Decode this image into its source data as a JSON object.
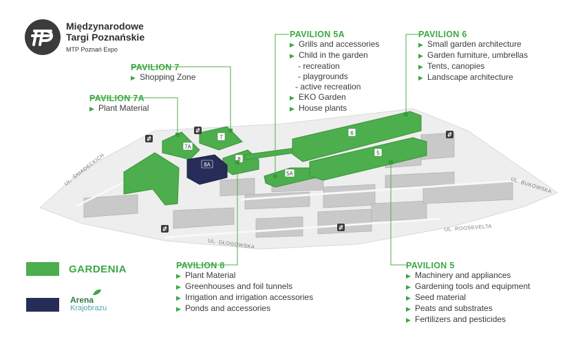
{
  "brand": {
    "name_line1": "Międzynarodowe",
    "name_line2": "Targi Poznańskie",
    "sub": "MTP Poznań Expo"
  },
  "pavilions": {
    "p7": {
      "title": "PAVILION 7",
      "items": [
        "Shopping Zone"
      ]
    },
    "p7a": {
      "title": "PAVILION 7A",
      "items": [
        "Plant Material"
      ]
    },
    "p5a": {
      "title": "PAVILION 5A",
      "items": [
        "Grills and accessories",
        "Child in the garden",
        "- recreation",
        "- playgrounds",
        "- active recreation",
        "EKO Garden",
        "House plants"
      ]
    },
    "p6": {
      "title": "PAVILION 6",
      "items": [
        "Small garden architecture",
        "Garden furniture, umbrellas",
        "Tents, canopies",
        "Landscape architecture"
      ]
    },
    "p8": {
      "title": "PAVILION 8",
      "items": [
        "Plant Material",
        "Greenhouses and foil tunnels",
        "Irrigation and irrigation accessories",
        "Ponds and accessories"
      ]
    },
    "p5": {
      "title": "PAVILION 5",
      "items": [
        "Machinery and appliances",
        "Gardening tools and equipment",
        "Seed material",
        "Peats and substrates",
        "Fertilizers and pesticides"
      ]
    }
  },
  "map_labels": {
    "b7a": "7A",
    "b7": "7",
    "b8a": "8A",
    "b8": "8",
    "b5a": "5A",
    "b6": "6",
    "b5": "5",
    "streets": [
      "UL. ŚNIADECKICH",
      "UL. GŁOGOWSKA",
      "UL. ROOSEVELTA",
      "UL. BUKOWSKA"
    ]
  },
  "legend": {
    "gardenia": "GARDENIA",
    "arena_line1": "Arena",
    "arena_line2": "Krajobrazu"
  },
  "colors": {
    "green": "#4cae4c",
    "navy": "#272c59",
    "accent": "#3ba845"
  }
}
